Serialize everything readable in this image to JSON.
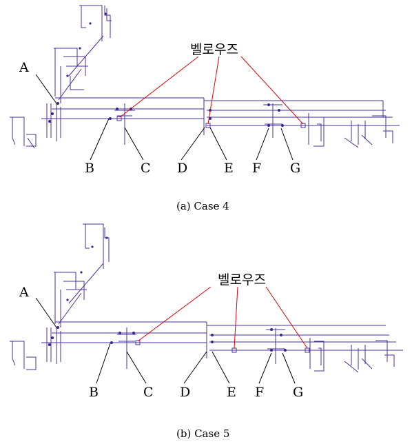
{
  "panels": [
    {
      "caption": "(a) Case 4",
      "bellows_label": "벨로우즈",
      "point_labels": [
        "A",
        "B",
        "C",
        "D",
        "E",
        "F",
        "G"
      ]
    },
    {
      "caption": "(b) Case 5",
      "bellows_label": "벨로우즈",
      "point_labels": [
        "A",
        "B",
        "C",
        "D",
        "E",
        "F",
        "G"
      ]
    }
  ]
}
